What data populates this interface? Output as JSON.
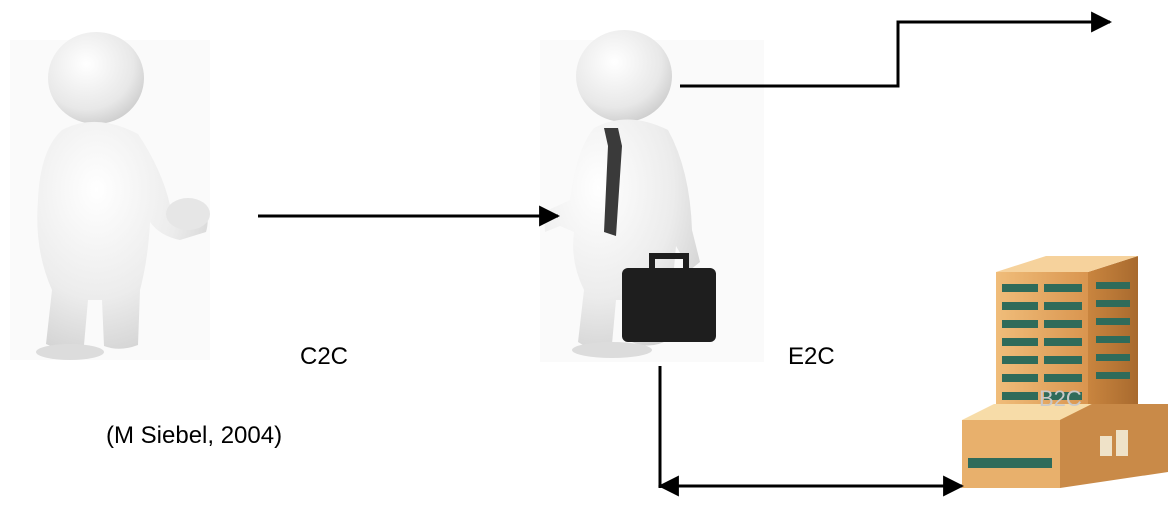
{
  "labels": {
    "c2c": "C2C",
    "e2c": "E2C",
    "b2c_faint": "B2C",
    "citation": "(M Siebel, 2004)"
  },
  "figures": {
    "left": "3d-person-handshake",
    "middle": "3d-businessman-with-tie-and-briefcase",
    "building": "office-building"
  },
  "colors": {
    "line": "#000000",
    "figure_body": "#e9e9e9",
    "building_facade": "#e0a565",
    "building_shadow": "#b87a3e",
    "windows": "#2f6b5a",
    "briefcase": "#1e1e1e",
    "tie": "#3a3a3a"
  }
}
